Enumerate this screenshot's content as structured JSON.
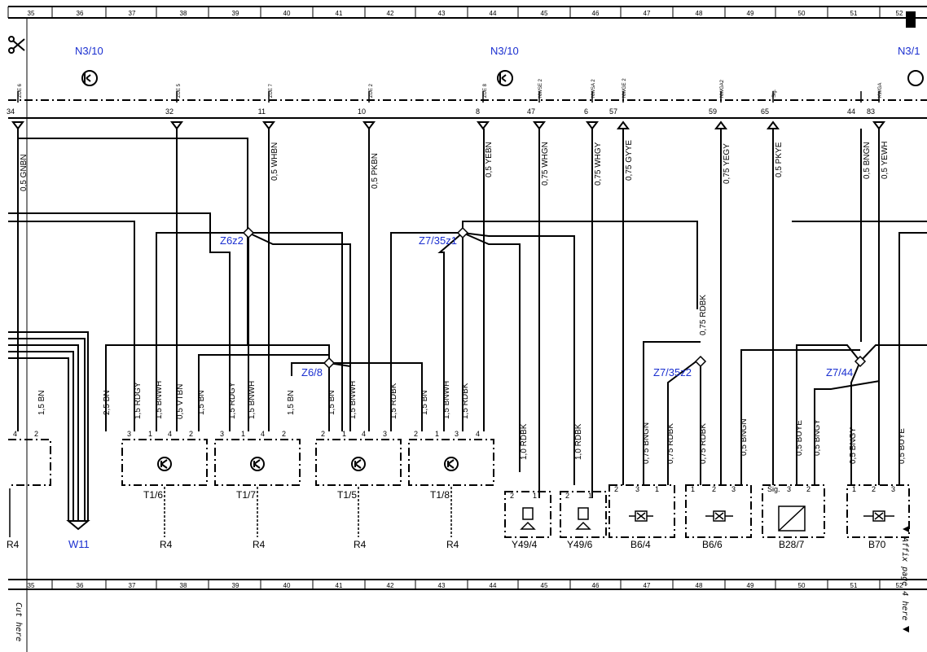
{
  "grid_columns": [
    "35",
    "36",
    "37",
    "38",
    "39",
    "40",
    "41",
    "42",
    "43",
    "44",
    "45",
    "46",
    "47",
    "48",
    "49",
    "50",
    "51",
    "52"
  ],
  "module_labels": [
    "N3/10",
    "N3/10",
    "N3/1"
  ],
  "connectors_top": [
    {
      "pin": "34",
      "tag": "ZUE 6",
      "wire": "0,5 GNBN"
    },
    {
      "pin": "32",
      "tag": "ZUE 5",
      "wire": ""
    },
    {
      "pin": "11",
      "tag": "ZUE 7",
      "wire": "0,5 WHBN"
    },
    {
      "pin": "10",
      "tag": "ZUE 2",
      "wire": "0,5 PKBN"
    },
    {
      "pin": "8",
      "tag": "ZUE 8",
      "wire": "0,5 YEBN"
    },
    {
      "pin": "47",
      "tag": "NWSE 2",
      "wire": "0,75 WHGN"
    },
    {
      "pin": "6",
      "tag": "NWSA 2",
      "wire": "0,75 WHGY"
    },
    {
      "pin": "57",
      "tag": "NWGE 2",
      "wire": "0,75 GYYE"
    },
    {
      "pin": "59",
      "tag": "NWGA2",
      "wire": "0,75 YEGY"
    },
    {
      "pin": "65",
      "tag": "Sig.",
      "wire": "0,5 PKYE"
    },
    {
      "pin": "44",
      "tag": "",
      "wire": "0,5 BNGN"
    },
    {
      "pin": "83",
      "tag": "KWGA",
      "wire": "0,5 YEWH"
    }
  ],
  "splices": [
    "Z6z2",
    "Z7/35z1",
    "Z6/8",
    "Z7/35z2",
    "Z7/44"
  ],
  "mid_wires": [
    "0,75 RDBK",
    "1,0 RDBK",
    "1,0 RDBK"
  ],
  "bottom_wires": [
    "1,5 BN",
    "2,5 BN",
    "1,5 RDGY",
    "1,5 BNWH",
    "0,5 VTBN",
    "1,5 BN",
    "1,5 RDGY",
    "1,5 BNWH",
    "1,5 BN",
    "1,5 BN",
    "1,5 BNWH",
    "1,5 RDBK",
    "1,5 BN",
    "1,5 BNWH",
    "1,5 RDBK",
    "0,75 BNGN",
    "0,75 RDBK",
    "0,75 RDBK",
    "0,5 BNGN",
    "0,5 BUYE",
    "0,5 BNGY",
    "0,5 BNGY",
    "0,5 BUYE"
  ],
  "components": {
    "partial_left": "R4",
    "w11": "W11",
    "t16": {
      "name": "T1/6",
      "resistor": "R4",
      "pins": [
        "3",
        "1",
        "4",
        "2"
      ]
    },
    "t17": {
      "name": "T1/7",
      "resistor": "R4",
      "pins": [
        "3",
        "1",
        "4",
        "2"
      ]
    },
    "t15": {
      "name": "T1/5",
      "resistor": "R4",
      "pins": [
        "2",
        "1",
        "4",
        "3"
      ]
    },
    "t18": {
      "name": "T1/8",
      "resistor": "R4",
      "pins": [
        "2",
        "1",
        "3",
        "4"
      ]
    },
    "y494": {
      "name": "Y49/4",
      "pins": [
        "2",
        "1"
      ]
    },
    "y496": {
      "name": "Y49/6",
      "pins": [
        "2",
        "1"
      ]
    },
    "b64": {
      "name": "B6/4",
      "pins": [
        "2",
        "3",
        "1"
      ]
    },
    "b66": {
      "name": "B6/6",
      "pins": [
        "1",
        "2",
        "3"
      ]
    },
    "b287": {
      "name": "B28/7",
      "pins": [
        "Sig.",
        "3",
        "2"
      ]
    },
    "b70": {
      "name": "B70",
      "pins": [
        "1",
        "2",
        "3"
      ]
    }
  },
  "left_pins": [
    "4",
    "2"
  ],
  "side_texts": {
    "affix": "Affix page 4 here",
    "cut": "Cut here"
  },
  "colors": {
    "lines": "#000000",
    "labels": "#1a2fd0"
  }
}
